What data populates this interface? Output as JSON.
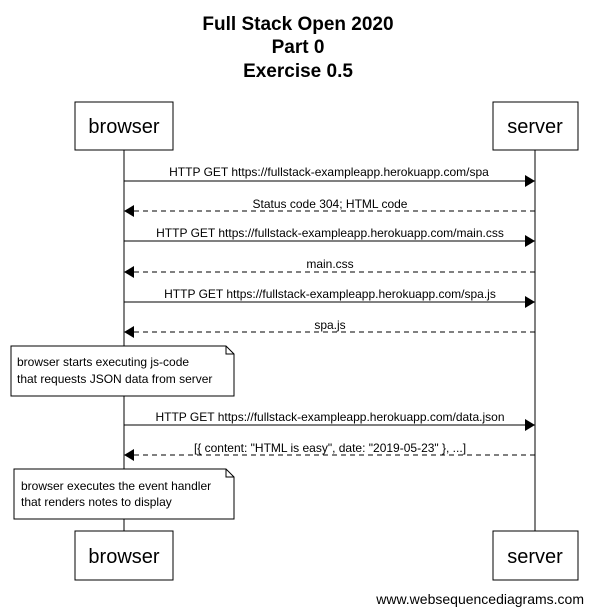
{
  "title": {
    "lines": [
      "Full Stack Open 2020",
      "Part 0",
      "Exercise 0.5"
    ]
  },
  "actors": {
    "browser": {
      "label": "browser"
    },
    "server": {
      "label": "server"
    }
  },
  "messages": [
    {
      "label": "HTTP GET https://fullstack-exampleapp.herokuapp.com/spa",
      "from": "browser",
      "to": "server",
      "style": "solid"
    },
    {
      "label": "Status code 304; HTML code",
      "from": "server",
      "to": "browser",
      "style": "dashed"
    },
    {
      "label": "HTTP GET https://fullstack-exampleapp.herokuapp.com/main.css",
      "from": "browser",
      "to": "server",
      "style": "solid"
    },
    {
      "label": "main.css",
      "from": "server",
      "to": "browser",
      "style": "dashed"
    },
    {
      "label": "HTTP GET https://fullstack-exampleapp.herokuapp.com/spa.js",
      "from": "browser",
      "to": "server",
      "style": "solid"
    },
    {
      "label": "spa.js",
      "from": "server",
      "to": "browser",
      "style": "dashed"
    },
    {
      "label": "HTTP GET https://fullstack-exampleapp.herokuapp.com/data.json",
      "from": "browser",
      "to": "server",
      "style": "solid"
    },
    {
      "label": "[{ content: \"HTML is easy\", date: \"2019-05-23\" }, ...]",
      "from": "server",
      "to": "browser",
      "style": "dashed"
    }
  ],
  "notes": [
    {
      "lines": [
        "browser starts executing js-code",
        "that requests JSON data from server"
      ]
    },
    {
      "lines": [
        "browser executes the event handler",
        "that renders notes to display"
      ]
    }
  ],
  "watermark": "www.websequencediagrams.com"
}
